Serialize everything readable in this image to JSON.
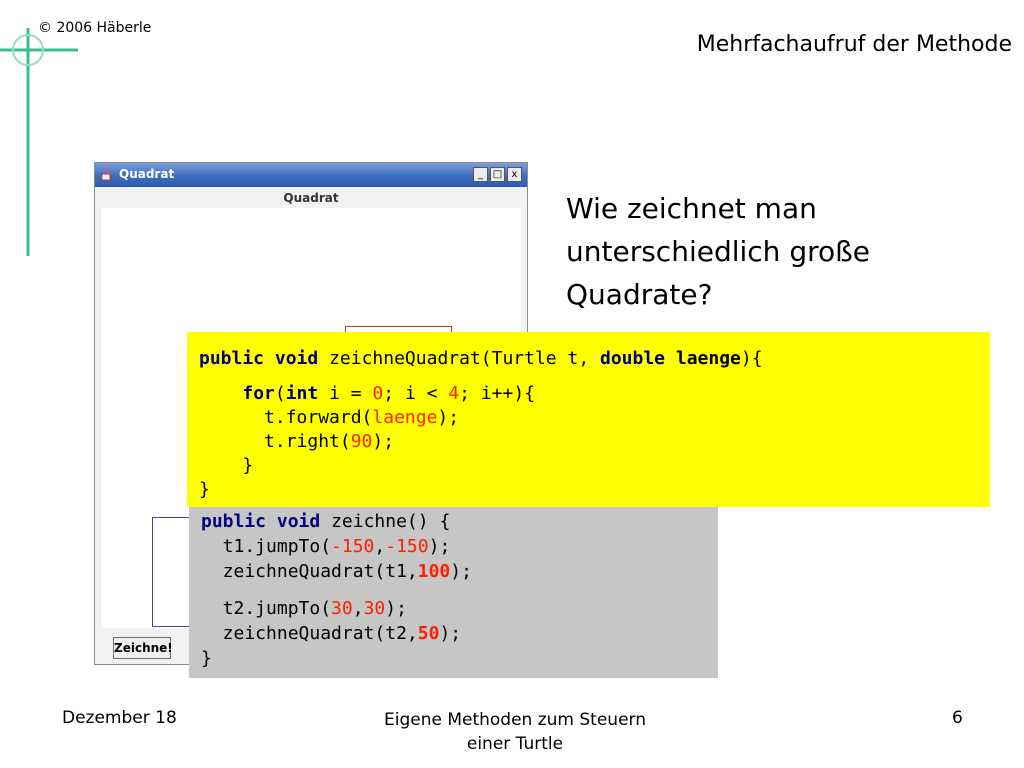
{
  "slide": {
    "copyright": "© 2006 Häberle",
    "title": "Mehrfachaufruf der Methode",
    "question": "Wie zeichnet man unterschiedlich große Quadrate?",
    "footer_left": "Dezember 18",
    "footer_center": "Eigene Methoden zum Steuern einer Turtle",
    "page_number": "6"
  },
  "window": {
    "title": "Quadrat",
    "heading": "Quadrat",
    "minimize_label": "_",
    "maximize_label": "□",
    "close_label": "x",
    "draw_button_label": "Zeichne!",
    "colors": {
      "titlebar": "#3d6cc0",
      "red_square": "#c0392b",
      "blue_square": "#3a4a99"
    }
  },
  "code_yellow": {
    "background": "#ffff00",
    "l1": {
      "kw1": "public",
      "kw2": "void",
      "name": " zeichneQuadrat(Turtle t, ",
      "kw3": "double",
      "param": "laenge",
      "end": "){"
    },
    "l2": {
      "indent": "    ",
      "kw1": "for",
      "p1": "(",
      "kw2": "int",
      "p2": " i = ",
      "zero": "0",
      "p3": "; i < ",
      "four": "4",
      "p4": "; i++){"
    },
    "l3": {
      "pre": "      t.forward(",
      "arg": "laenge",
      "post": ");"
    },
    "l4": {
      "pre": "      t.right(",
      "arg": "90",
      "post": ");"
    },
    "l5": "    }",
    "l6": "}"
  },
  "code_grey": {
    "background": "#c6c6c6",
    "l1": {
      "kw1": "public",
      "kw2": "void",
      "rest": " zeichne() {"
    },
    "l2": {
      "pre": "  t1.jumpTo(",
      "a": "-150",
      "comma": ",",
      "b": "-150",
      "post": ");"
    },
    "l3": {
      "pre": "  zeichneQuadrat(t1,",
      "arg": "100",
      "post": ");"
    },
    "l4": {
      "pre": "  t2.jumpTo(",
      "a": "30",
      "comma": ",",
      "b": "30",
      "post": ");"
    },
    "l5": {
      "pre": "  zeichneQuadrat(t2,",
      "arg": "50",
      "post": ");"
    },
    "l6": "}"
  }
}
